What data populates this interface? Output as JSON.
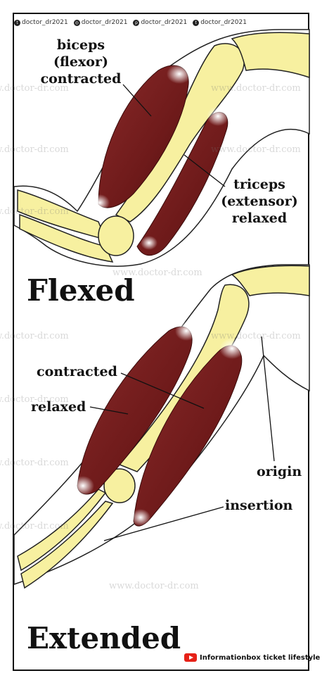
{
  "header": {
    "handles": [
      {
        "icon": "twitter-icon",
        "text": "doctor_dr2021"
      },
      {
        "icon": "instagram-icon",
        "text": "doctor_dr2021"
      },
      {
        "icon": "pinterest-icon",
        "text": "doctor_dr2021"
      },
      {
        "icon": "tumblr-icon",
        "text": "doctor_dr2021"
      }
    ]
  },
  "watermark": "www.doctor-dr.com",
  "flexed": {
    "biceps_label": [
      "biceps",
      "(flexor)",
      "contracted"
    ],
    "triceps_label": [
      "triceps",
      "(extensor)",
      "relaxed"
    ],
    "title": "Flexed"
  },
  "extended": {
    "contracted_label": "contracted",
    "relaxed_label": "relaxed",
    "origin_label": "origin",
    "insertion_label": "insertion",
    "title": "Extended"
  },
  "footer": {
    "channel": "Informationbox ticket lifestyle"
  },
  "colors": {
    "bone": "#f7f0a0",
    "muscle": "#7a1e1e",
    "muscle_dark": "#5a1212",
    "outline": "#222222"
  }
}
